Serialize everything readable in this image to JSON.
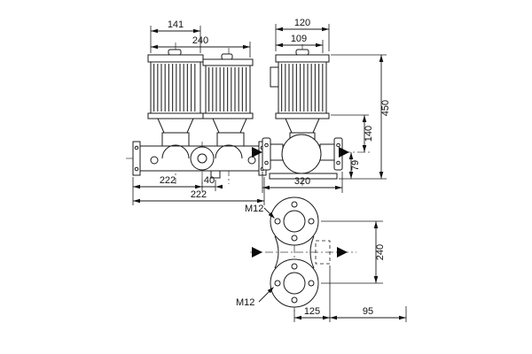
{
  "front_view": {
    "dim_motor_width": "141",
    "dim_heads_width": "240",
    "dim_port_to_center": "222",
    "dim_center_offset": "40",
    "dim_overall": "222"
  },
  "side_view": {
    "dim_fan_cover": "120",
    "dim_motor_depth": "109",
    "dim_total_height": "450",
    "dim_port_height": "140",
    "dim_base_to_port": "79",
    "dim_port_to_port": "320"
  },
  "plan_view": {
    "thread_size_top": "M12",
    "thread_size_bottom": "M12",
    "dim_bolt_spacing": "240",
    "dim_center_to_foot": "125",
    "dim_foot_to_edge": "95"
  },
  "colors": {
    "ink": "#1a1a1a",
    "background": "#ffffff"
  }
}
